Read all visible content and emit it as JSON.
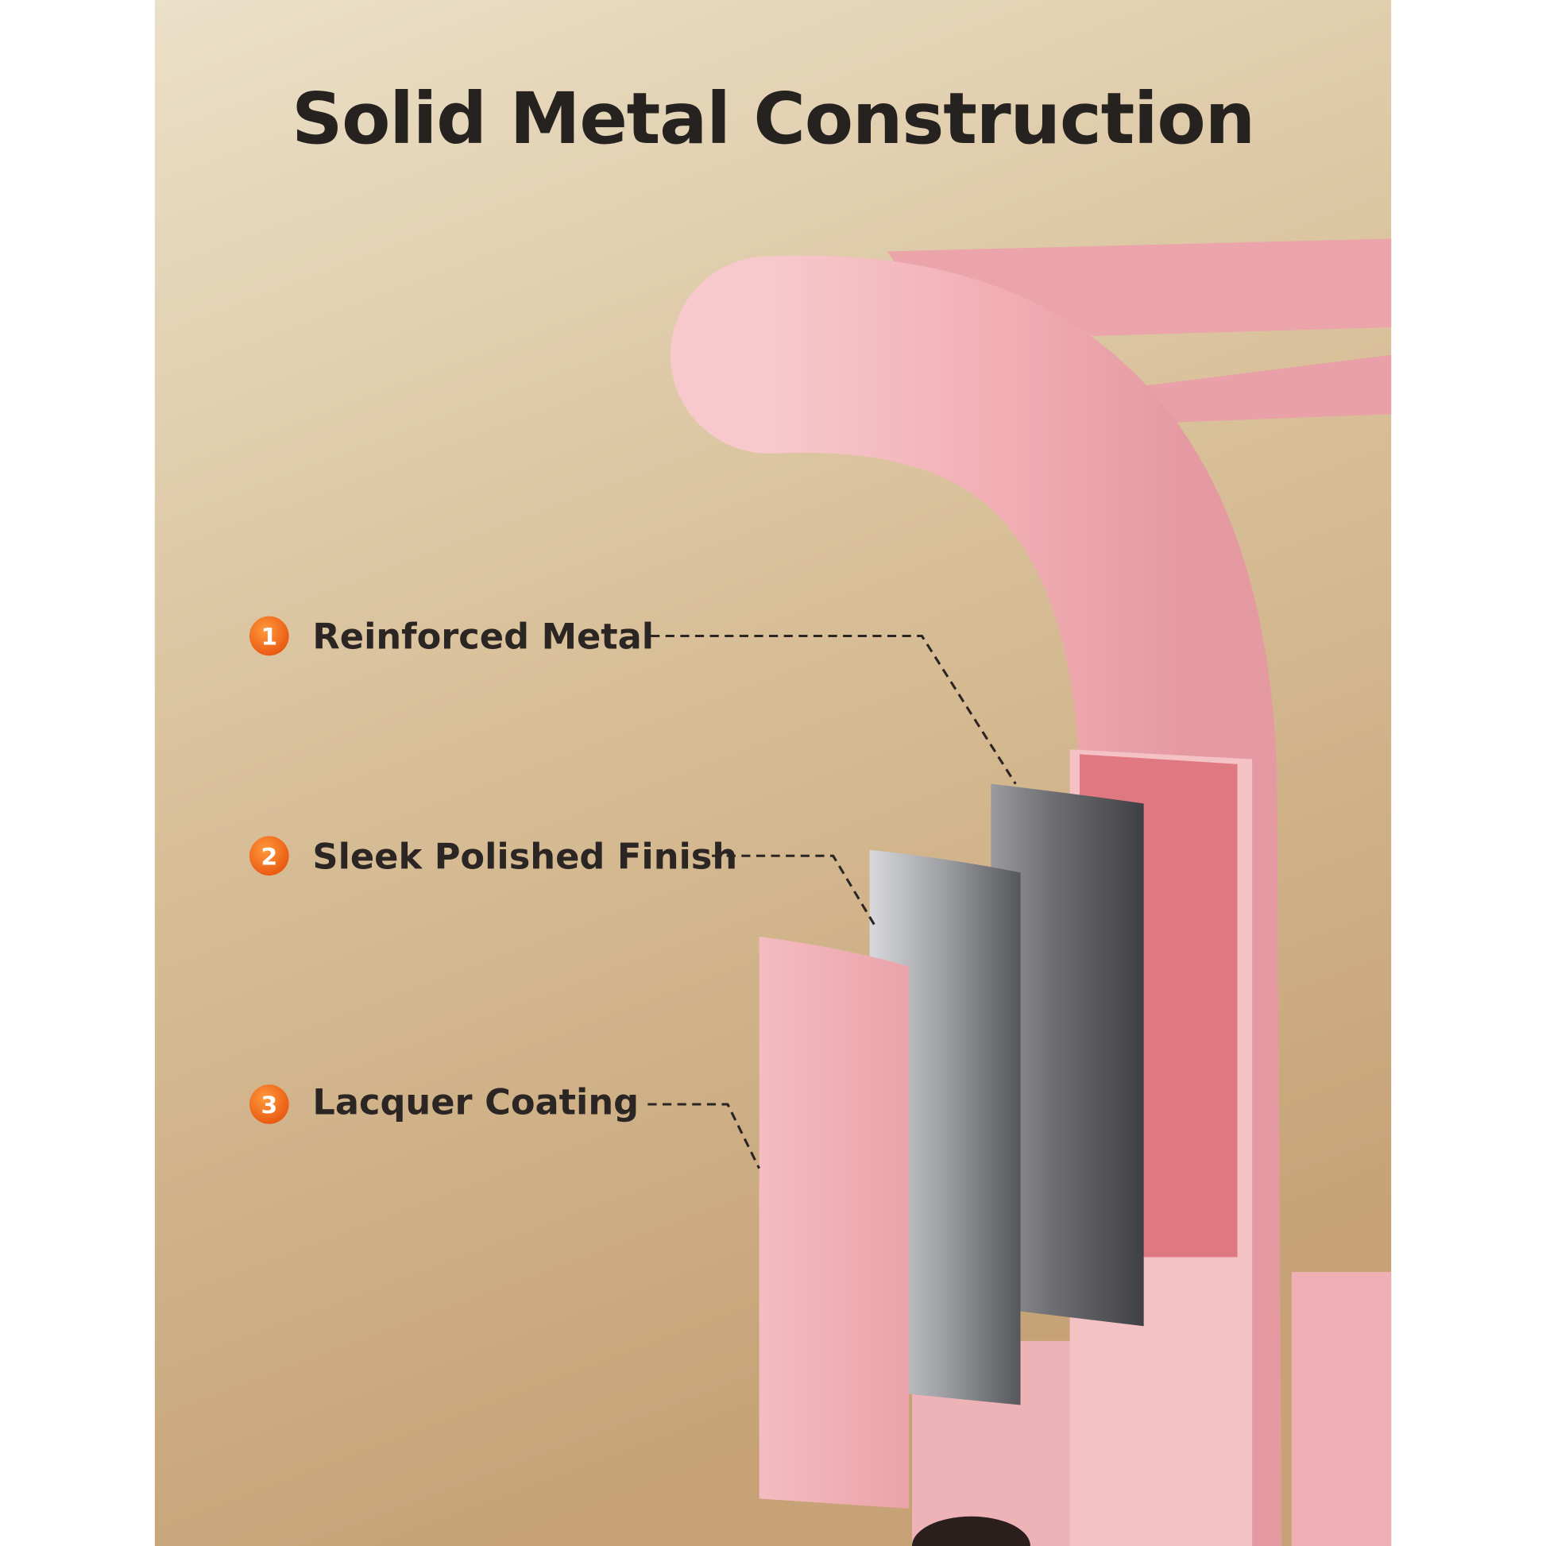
{
  "title": "Solid Metal Construction",
  "callouts": [
    {
      "number": "1",
      "label": "Reinforced Metal"
    },
    {
      "number": "2",
      "label": "Sleek Polished Finish"
    },
    {
      "number": "3",
      "label": "Lacquer Coating"
    }
  ],
  "colors": {
    "background_top": "#e8dcc4",
    "background_bottom": "#c8a67c",
    "frame_pink": "#f2b3b8",
    "inner_pink": "#e27a84",
    "badge_orange": "#f26a1b",
    "text": "#2b2623"
  }
}
